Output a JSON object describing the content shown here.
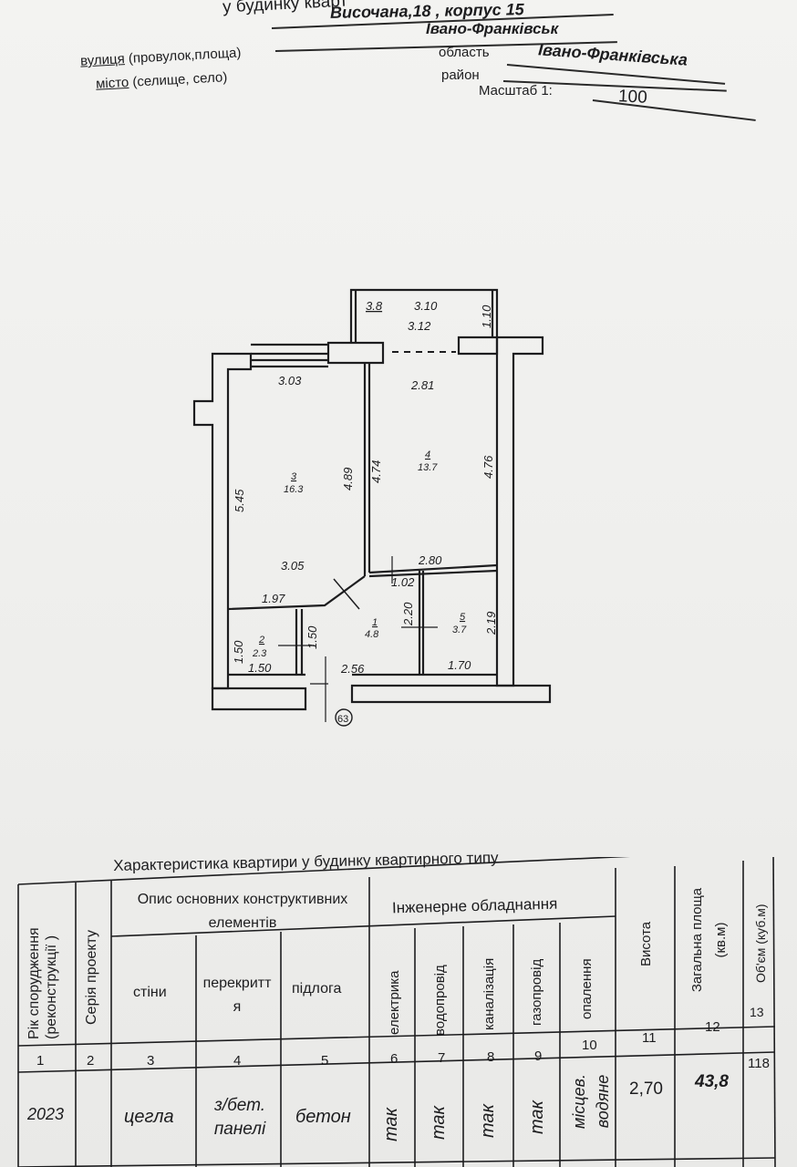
{
  "header": {
    "top_fragment": "у будинку кварт",
    "address_value": "Височана,18 , корпус 15",
    "street_label_u": "вулиця",
    "street_label_rest": "(провулок,площа)",
    "city_value": "Івано-Франківськ",
    "city_label_u": "місто",
    "city_label_rest": "(селище, село)",
    "region_label": "область",
    "region_value": "Івано-Франківська",
    "district_label": "район",
    "scale_label": "Масштаб 1:",
    "scale_value": "100"
  },
  "plan": {
    "balcony": {
      "num": "3.8",
      "width": "3.10",
      "inner": "3.12",
      "depth": "1.10"
    },
    "room3": {
      "top": "3.03",
      "left": "5.45",
      "right": "4.89",
      "bottom": "3.05",
      "num": "3",
      "area": "16.3"
    },
    "room4": {
      "top": "2.81",
      "left": "4.74",
      "right": "4.76",
      "bottom": "2.80",
      "num": "4",
      "area": "13.7"
    },
    "room1": {
      "top": "1.02",
      "side": "2.20",
      "bottom": "2.56",
      "num": "1",
      "area": "4.8",
      "upper": "1.97"
    },
    "room2": {
      "left": "1.50",
      "right": "1.50",
      "bottom": "1.50",
      "num": "2",
      "area": "2.3"
    },
    "room5": {
      "side": "2.19",
      "bottom": "1.70",
      "num": "5",
      "area": "3.7"
    },
    "entrance": "63"
  },
  "table": {
    "title": "Характеристика квартири у будинку квартирного типу",
    "headers": {
      "year": "Рік спорудження (реконструкції )",
      "series": "Серія проекту",
      "construct_group": "Опис основних конструктивних елементів",
      "walls": "стіни",
      "floors_over": "перекриття",
      "floor": "підлога",
      "engineering_group": "Інженерне обладнання",
      "electric": "електрика",
      "water": "водопровід",
      "sewer": "каналізація",
      "gas": "газопровід",
      "heating": "опалення",
      "height": "Висота",
      "total_area": "Загальна площа (кв.м)",
      "volume": "Об'єм (куб.м)"
    },
    "col_numbers": [
      "1",
      "2",
      "3",
      "4",
      "5",
      "6",
      "7",
      "8",
      "9",
      "10",
      "11",
      "12",
      "13"
    ],
    "row": {
      "year": "2023",
      "series": "",
      "walls": "цегла",
      "floors_over": "з/бет. панелі",
      "floor": "бетон",
      "electric": "так",
      "water": "так",
      "sewer": "так",
      "gas": "так",
      "heating": "місцев. водяне",
      "height": "2,70",
      "total_area": "43,8",
      "volume": "118"
    }
  }
}
